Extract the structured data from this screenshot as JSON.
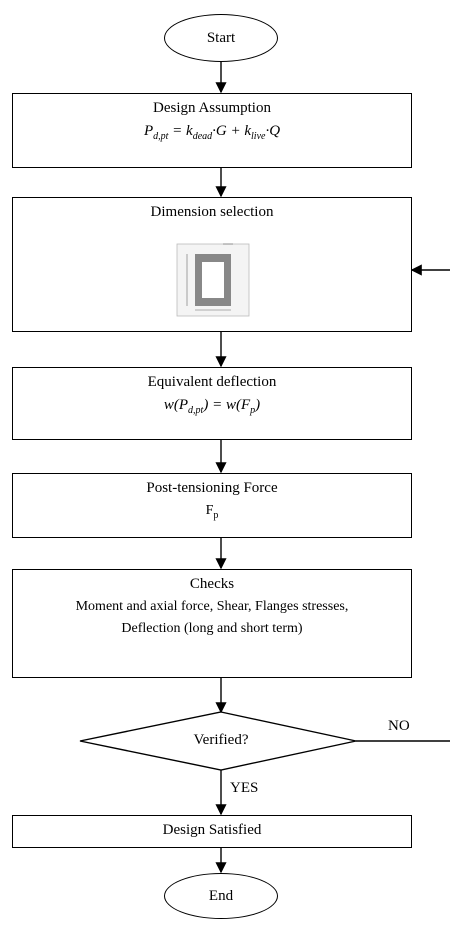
{
  "start": {
    "label": "Start"
  },
  "design_assumption": {
    "title": "Design Assumption",
    "formula": "P d,pt = k dead · G + k live · Q",
    "f_p": "P",
    "f_p_sub": "d,pt",
    "f_eq": " = k",
    "f_kd_sub": "dead",
    "f_mid": "·G + k",
    "f_kl_sub": "live",
    "f_end": "·Q"
  },
  "dimension_selection": {
    "title": "Dimension selection"
  },
  "equivalent_deflection": {
    "title": "Equivalent deflection",
    "f1": "w(P",
    "f1_sub": "d,pt",
    "f2": ") = w(F",
    "f2_sub": "p",
    "f3": ")"
  },
  "post_tensioning": {
    "title": "Post-tensioning Force",
    "symbol": "F",
    "symbol_sub": "p"
  },
  "checks": {
    "title": "Checks",
    "line1": "Moment and axial force, Shear, Flanges stresses,",
    "line2": "Deflection (long and short term)"
  },
  "decision": {
    "label": "Verified?",
    "no": "NO",
    "yes": "YES"
  },
  "design_satisfied": {
    "title": "Design Satisfied"
  },
  "end": {
    "label": "End"
  }
}
